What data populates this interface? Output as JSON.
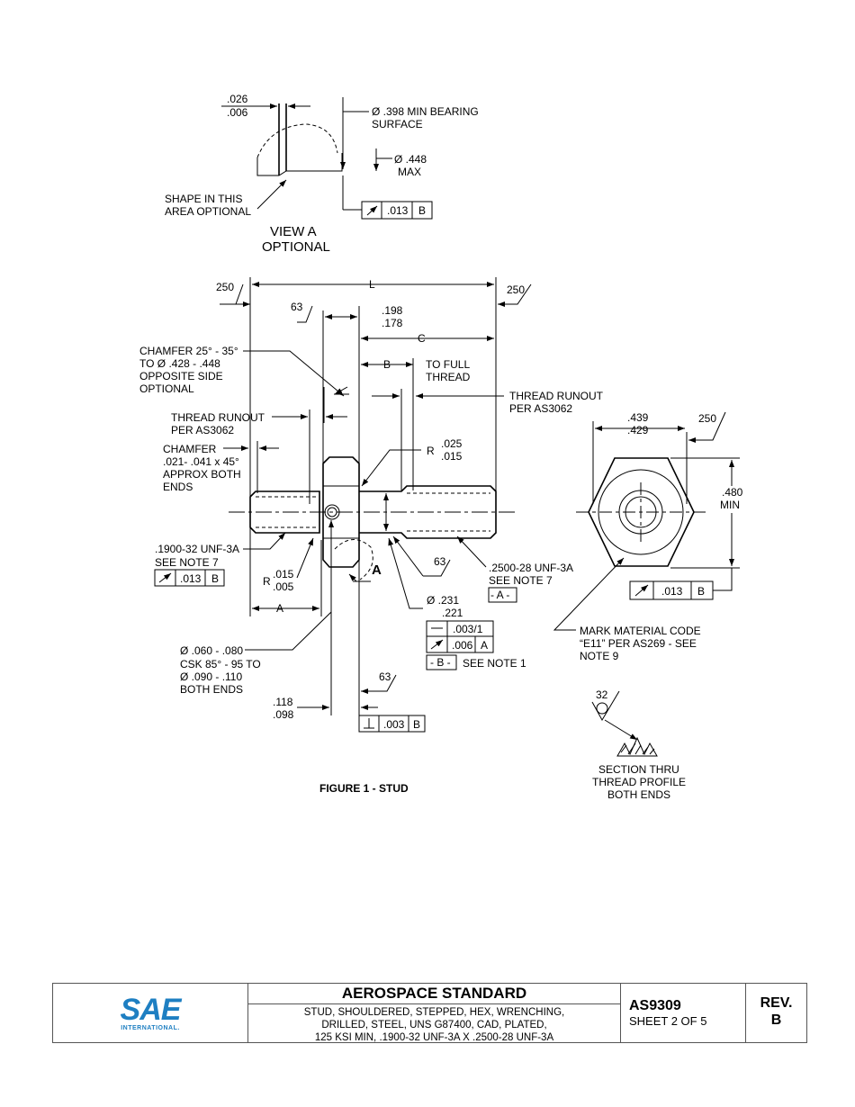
{
  "view_a": {
    "dim_top1": ".026",
    "dim_top2": ".006",
    "bearing": "Ø .398 MIN BEARING",
    "bearing2": "SURFACE",
    "dia448": "Ø .448",
    "dia448b": "MAX",
    "shape1": "SHAPE IN THIS",
    "shape2": "AREA OPTIONAL",
    "fcf_val": ".013",
    "fcf_ref": "B",
    "title1": "VIEW A",
    "title2": "OPTIONAL"
  },
  "stud": {
    "finish_left": "250",
    "finish_right": "250",
    "finish_63_top": "63",
    "dim_L": "L",
    "dim_198": ".198",
    "dim_178": ".178",
    "dim_C": "C",
    "dim_B": "B",
    "to_full1": "TO FULL",
    "to_full2": "THREAD",
    "chamfer1": "CHAMFER 25° - 35°",
    "chamfer2": "TO Ø .428 - .448",
    "chamfer3": "OPPOSITE SIDE",
    "chamfer4": "OPTIONAL",
    "runout_l1": "THREAD RUNOUT",
    "runout_l2": "PER AS3062",
    "runout_r1": "THREAD RUNOUT",
    "runout_r2": "PER AS3062",
    "cham_end1": "CHAMFER",
    "cham_end2": ".021- .041 x 45°",
    "cham_end3": "APPROX BOTH",
    "cham_end4": "ENDS",
    "r_025": ".025",
    "r_015": ".015",
    "r_label": "R",
    "thread_l1": ".1900-32 UNF-3A",
    "thread_l2": "SEE NOTE 7",
    "fcf_l_val": ".013",
    "fcf_l_ref": "B",
    "r2_label": "R",
    "r2_015": ".015",
    "r2_005": ".005",
    "view_a_mark": "A",
    "finish_63_mid": "63",
    "thread_r1": ".2500-28 UNF-3A",
    "thread_r2": "SEE NOTE 7",
    "datum_a": "- A -",
    "dim_A": "A",
    "dia_231": "Ø .231",
    "dia_221": ".221",
    "fcf_str": ".003/1",
    "fcf_run": ".006",
    "fcf_run_ref": "A",
    "datum_b": "- B -",
    "see_note1": "SEE NOTE 1",
    "csk1": "Ø .060 - .080",
    "csk2": "CSK 85° - 95 TO",
    "csk3": "Ø .090 - .110",
    "csk4": "BOTH ENDS",
    "finish_63_low": "63",
    "dim_118": ".118",
    "dim_098": ".098",
    "fcf_perp": ".003",
    "fcf_perp_ref": "B",
    "figure_title": "FIGURE 1 - STUD"
  },
  "hex": {
    "dim_439": ".439",
    "dim_429": ".429",
    "finish": "250",
    "dim_480": ".480",
    "dim_min": "MIN",
    "fcf_val": ".013",
    "fcf_ref": "B",
    "mark1": "MARK MATERIAL CODE",
    "mark2": "“E11” PER  AS269 - SEE",
    "mark3": "NOTE 9"
  },
  "section": {
    "finish": "32",
    "label1": "SECTION THRU",
    "label2": "THREAD PROFILE",
    "label3": "BOTH ENDS"
  },
  "title_block": {
    "logo_word": "SAE",
    "logo_sub": "INTERNATIONAL.",
    "heading": "AEROSPACE STANDARD",
    "desc1": "STUD, SHOULDERED, STEPPED, HEX, WRENCHING,",
    "desc2": "DRILLED, STEEL, UNS G87400, CAD, PLATED,",
    "desc3": "125 KSI MIN, .1900-32 UNF-3A X .2500-28 UNF-3A",
    "doc_number": "AS9309",
    "sheet": "SHEET 2 OF 5",
    "rev_label": "REV.",
    "rev_value": "B"
  },
  "colors": {
    "logo_blue": "#1e7fc2"
  }
}
